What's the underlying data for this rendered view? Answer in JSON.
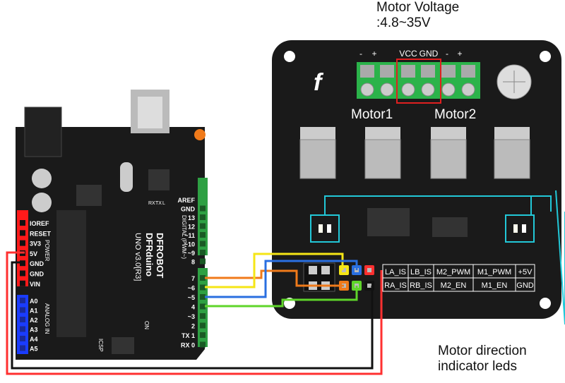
{
  "annotations": {
    "motor_voltage_line1": "Motor Voltage",
    "motor_voltage_line2": ":4.8~35V",
    "led_note_line1": "Motor direction",
    "led_note_line2": "indicator leds"
  },
  "driver_board": {
    "terminal_labels": [
      "-",
      "+",
      "VCC",
      "GND",
      "-",
      "+"
    ],
    "motor1": "Motor1",
    "motor2": "Motor2",
    "logo": "f",
    "pin_table": [
      [
        "LA_IS",
        "LB_IS",
        "M2_PWM",
        "M1_PWM",
        "+5V"
      ],
      [
        "RA_IS",
        "RB_IS",
        "M2_EN",
        "M1_EN",
        "GND"
      ]
    ]
  },
  "arduino": {
    "brand": "DFROBOT",
    "model": "DFRduino",
    "version": "UNO v3.0[R3]",
    "power_pins": [
      "IOREF",
      "RESET",
      "3V3",
      "5V",
      "GND",
      "GND",
      "VIN"
    ],
    "power_label": "POWER",
    "analog_pins": [
      "A0",
      "A1",
      "A2",
      "A3",
      "A4",
      "A5"
    ],
    "analog_label": "ANALOG IN",
    "digital_pins": [
      "AREF",
      "GND",
      "13",
      "12",
      "~11",
      "~10",
      "~9",
      "8",
      "7",
      "~6",
      "~5",
      "4",
      "~3",
      "2",
      "TX 1",
      "RX 0"
    ],
    "digital_label": "DIGITAL (PWM~)",
    "icsp": "ICSP",
    "on": "ON",
    "leds": [
      "RX",
      "TX",
      "L"
    ]
  },
  "colors": {
    "board": "#1a1a1a",
    "wire_red": "#ff3030",
    "wire_black": "#111111",
    "wire_yellow": "#f5e616",
    "wire_blue": "#2a6fe0",
    "wire_orange": "#f07a1a",
    "wire_green": "#5fd52a",
    "header_red": "#ff1a1a",
    "header_blue": "#1a3cff",
    "header_green": "#2ea043",
    "terminal_green": "#2bb34a",
    "highlight": "#e02020",
    "cyan": "#22c8d8"
  }
}
